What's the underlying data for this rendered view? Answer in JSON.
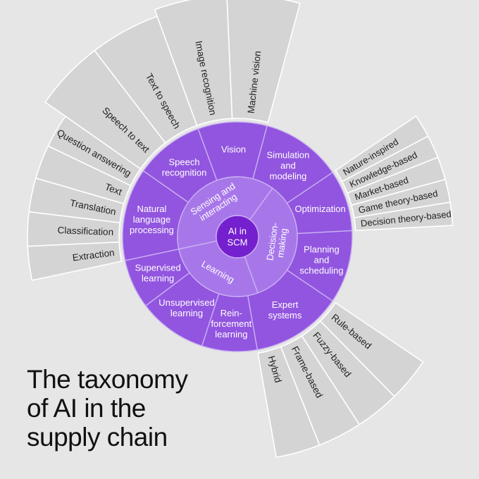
{
  "title": {
    "lines": [
      "The taxonomy",
      "of AI in the",
      "supply chain"
    ]
  },
  "colors": {
    "background": "#e6e6e6",
    "outer_segment": "#d4d4d4",
    "outer_stroke": "#ffffff",
    "ring_purple": "#9255df",
    "middle_purple": "#a777ea",
    "center_purple": "#7520cf",
    "ring_stroke": "#c9b0f2",
    "text_dark": "#222222",
    "text_light": "#ffffff"
  },
  "center": {
    "label": [
      "AI in",
      "SCM"
    ]
  },
  "groups": [
    {
      "id": "sensing",
      "label": [
        "Sensing and",
        "interacting"
      ],
      "subcategories": [
        {
          "id": "natural-language-processing",
          "label": [
            "Natural",
            "language",
            "processing"
          ],
          "leaves": [
            "Extraction",
            "Classification",
            "Translation",
            "Text",
            "Question answering"
          ]
        },
        {
          "id": "speech-recognition",
          "label": [
            "Speech",
            "recognition"
          ],
          "leaves": [
            "Speech to text",
            "Text to speech"
          ]
        },
        {
          "id": "vision",
          "label": [
            "Vision"
          ],
          "leaves": [
            "Image recognition",
            "Machine vision"
          ]
        }
      ]
    },
    {
      "id": "decision",
      "label": [
        "Decision-",
        "making"
      ],
      "subcategories": [
        {
          "id": "simulation-and-modeling",
          "label": [
            "Simulation",
            "and",
            "modeling"
          ],
          "leaves": []
        },
        {
          "id": "optimization",
          "label": [
            "Optimization"
          ],
          "leaves": [
            "Nature-inspired",
            "Knowledge-based",
            "Market-based",
            "Game theory-based",
            "Decision theory-based"
          ]
        },
        {
          "id": "planning-and-scheduling",
          "label": [
            "Planning",
            "and",
            "scheduling"
          ],
          "leaves": []
        },
        {
          "id": "expert-systems",
          "label": [
            "Expert",
            "systems"
          ],
          "leaves": [
            "Rule-based",
            "Fuzzy-based",
            "Frame-based",
            "Hybrid"
          ]
        }
      ]
    },
    {
      "id": "learning",
      "label": [
        "Learning"
      ],
      "subcategories": [
        {
          "id": "reinforcement-learning",
          "label": [
            "Rein-",
            "forcement",
            "learning"
          ],
          "leaves": []
        },
        {
          "id": "unsupervised-learning",
          "label": [
            "Unsupervised",
            "learning"
          ],
          "leaves": []
        },
        {
          "id": "supervised-learning",
          "label": [
            "Supervised",
            "learning"
          ],
          "leaves": []
        }
      ]
    }
  ]
}
